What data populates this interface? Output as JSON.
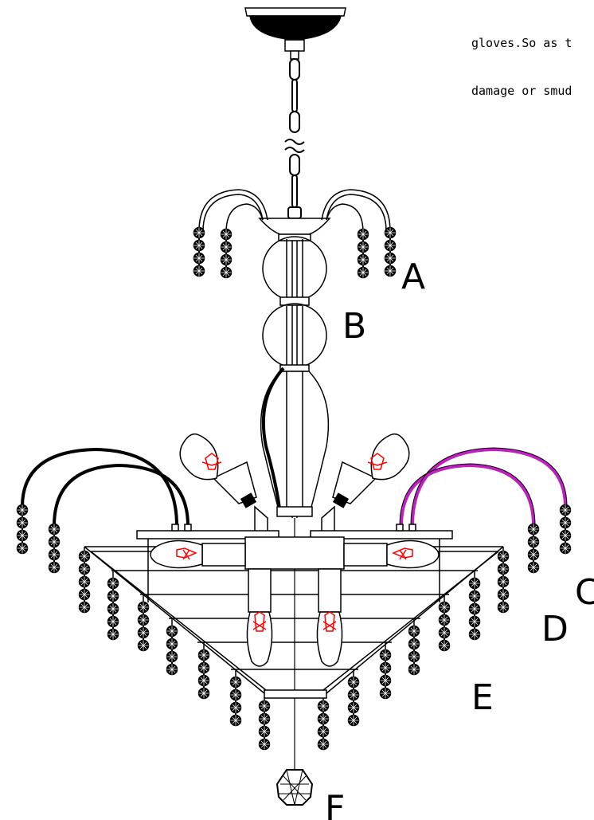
{
  "note": {
    "line1": "gloves.So as t",
    "line2": "damage or smud"
  },
  "labels": {
    "a": "A",
    "b": "B",
    "c": "C",
    "d": "D",
    "e": "E",
    "f": "F"
  },
  "colors": {
    "line": "#000000",
    "bulb_filament": "#ff0000",
    "arm_purple": "#c020c0"
  }
}
